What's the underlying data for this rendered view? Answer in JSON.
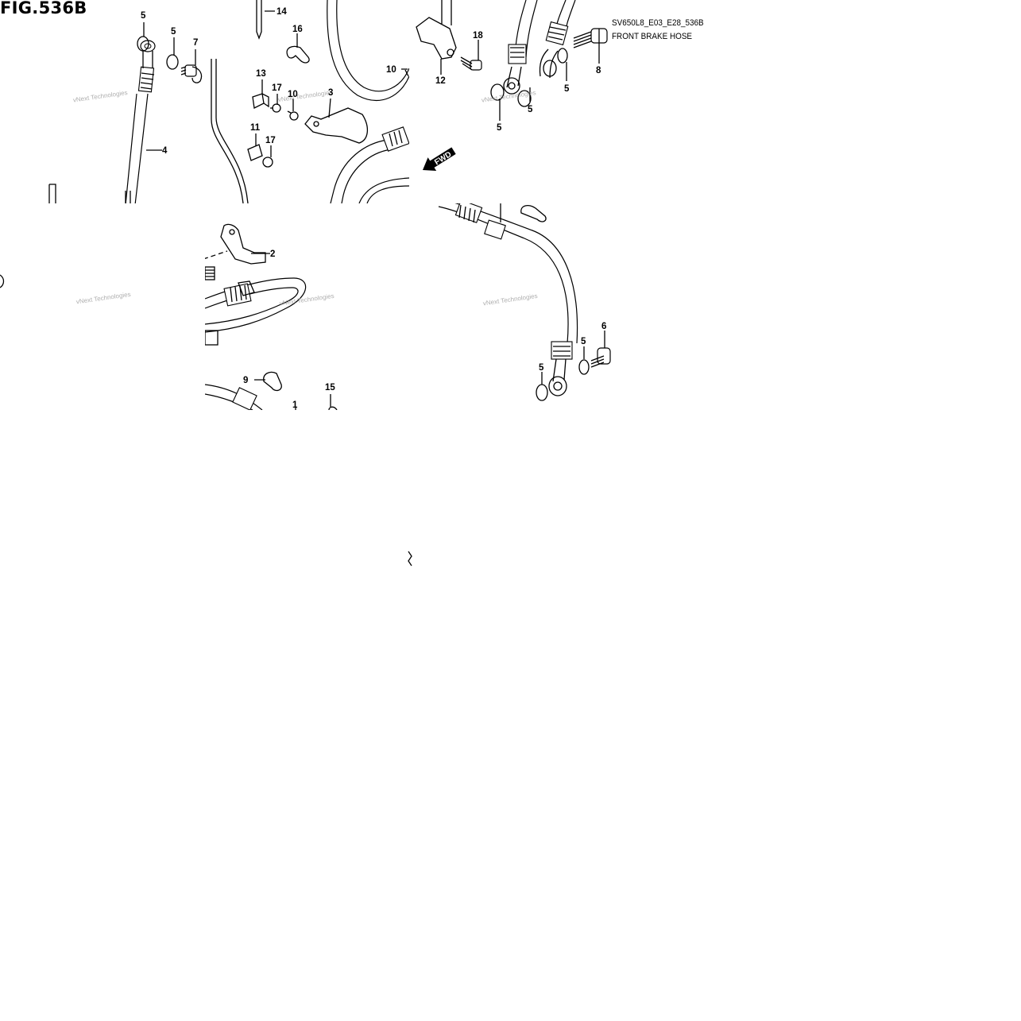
{
  "figure": {
    "title": "FIG.536B",
    "model_code": "SV650L8_E03_E28_536B",
    "section_title": "FRONT BRAKE HOSE"
  },
  "direction_label": "FWD",
  "watermark": "vNext Technologies",
  "part_labels": [
    "5",
    "5",
    "7",
    "14",
    "16",
    "13",
    "17",
    "10",
    "3",
    "11",
    "17",
    "4",
    "10",
    "12",
    "18",
    "8",
    "5",
    "5",
    "5",
    "2",
    "9",
    "1",
    "15",
    "6",
    "5",
    "5"
  ]
}
